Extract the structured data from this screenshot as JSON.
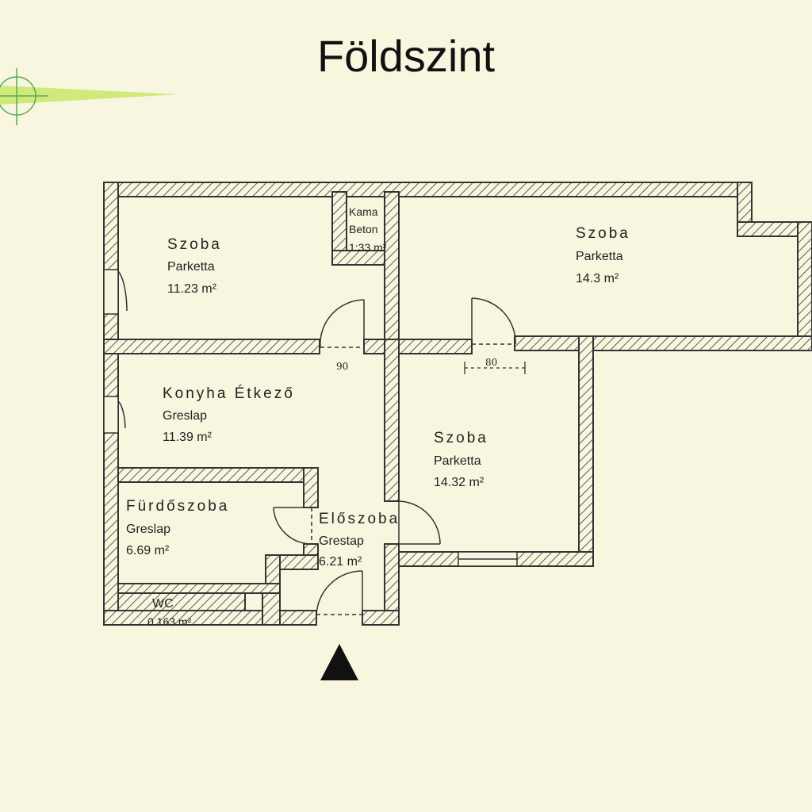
{
  "title": "Földszint",
  "colors": {
    "background": "#f8f6df",
    "wall_hatch": "#333333",
    "compass_ray": "#c8e66a",
    "compass_ring": "#55aa55"
  },
  "rooms": [
    {
      "name": "Szoba",
      "floor": "Parketta",
      "area": "11.23 m²"
    },
    {
      "name": "Kama",
      "floor": "Beton",
      "area": "1:33 m²"
    },
    {
      "name": "Szoba",
      "floor": "Parketta",
      "area": "14.3 m²"
    },
    {
      "name": "Konyha Étkező",
      "floor": "Greslap",
      "area": "11.39 m²"
    },
    {
      "name": "Szoba",
      "floor": "Parketta",
      "area": "14.32 m²"
    },
    {
      "name": "Fürdőszoba",
      "floor": "Greslap",
      "area": "6.69 m²"
    },
    {
      "name": "Előszoba",
      "floor": "Grestap",
      "area": "6.21 m²"
    },
    {
      "name": "WC",
      "area": "0.163 m²"
    }
  ],
  "dimensions": {
    "door_left": "90",
    "door_right": "80"
  },
  "icons": {
    "compass": "crosshair-compass-icon",
    "entrance": "entrance-arrow-icon"
  }
}
